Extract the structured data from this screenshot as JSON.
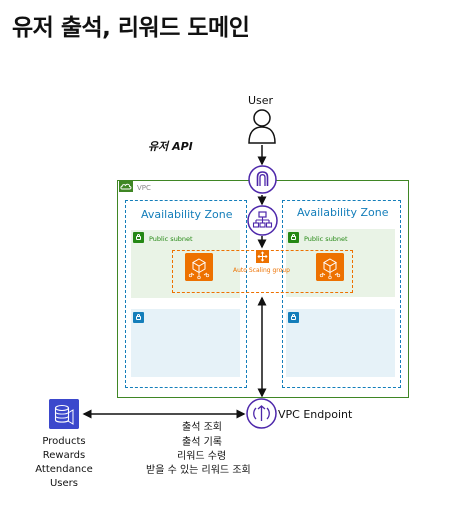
{
  "title": "유저 출석, 리워드 도메인",
  "api_label": "유저 API",
  "user_label": "User",
  "vpc_label": "VPC",
  "availability_zones": [
    {
      "label": "Availability Zone",
      "public_subnet_label": "Public subnet"
    },
    {
      "label": "Availability Zone",
      "public_subnet_label": "Public subnet"
    }
  ],
  "auto_scaling_label": "Auto Scaling group",
  "endpoint_label": "VPC Endpoint",
  "operations": [
    "출석 조회",
    "출석 기록",
    "리워드 수령",
    "받을 수 있는 리워드 조회"
  ],
  "database_tables": [
    "Products",
    "Rewards",
    "Attendance",
    "Users"
  ],
  "colors": {
    "vpc_border": "#3f8624",
    "az_border": "#147eba",
    "public_subnet_fill": "#e9f3e6",
    "private_subnet_fill": "#e6f2f8",
    "compute": "#ed7100",
    "network_icon": "#4d27aa",
    "database": "#3b48cc"
  },
  "icons": [
    "user-icon",
    "api-gateway-icon",
    "load-balancer-icon",
    "auto-scaling-icon",
    "ec2-instance-icon",
    "vpc-endpoint-icon",
    "database-icon",
    "lock-icon",
    "cloud-icon"
  ]
}
